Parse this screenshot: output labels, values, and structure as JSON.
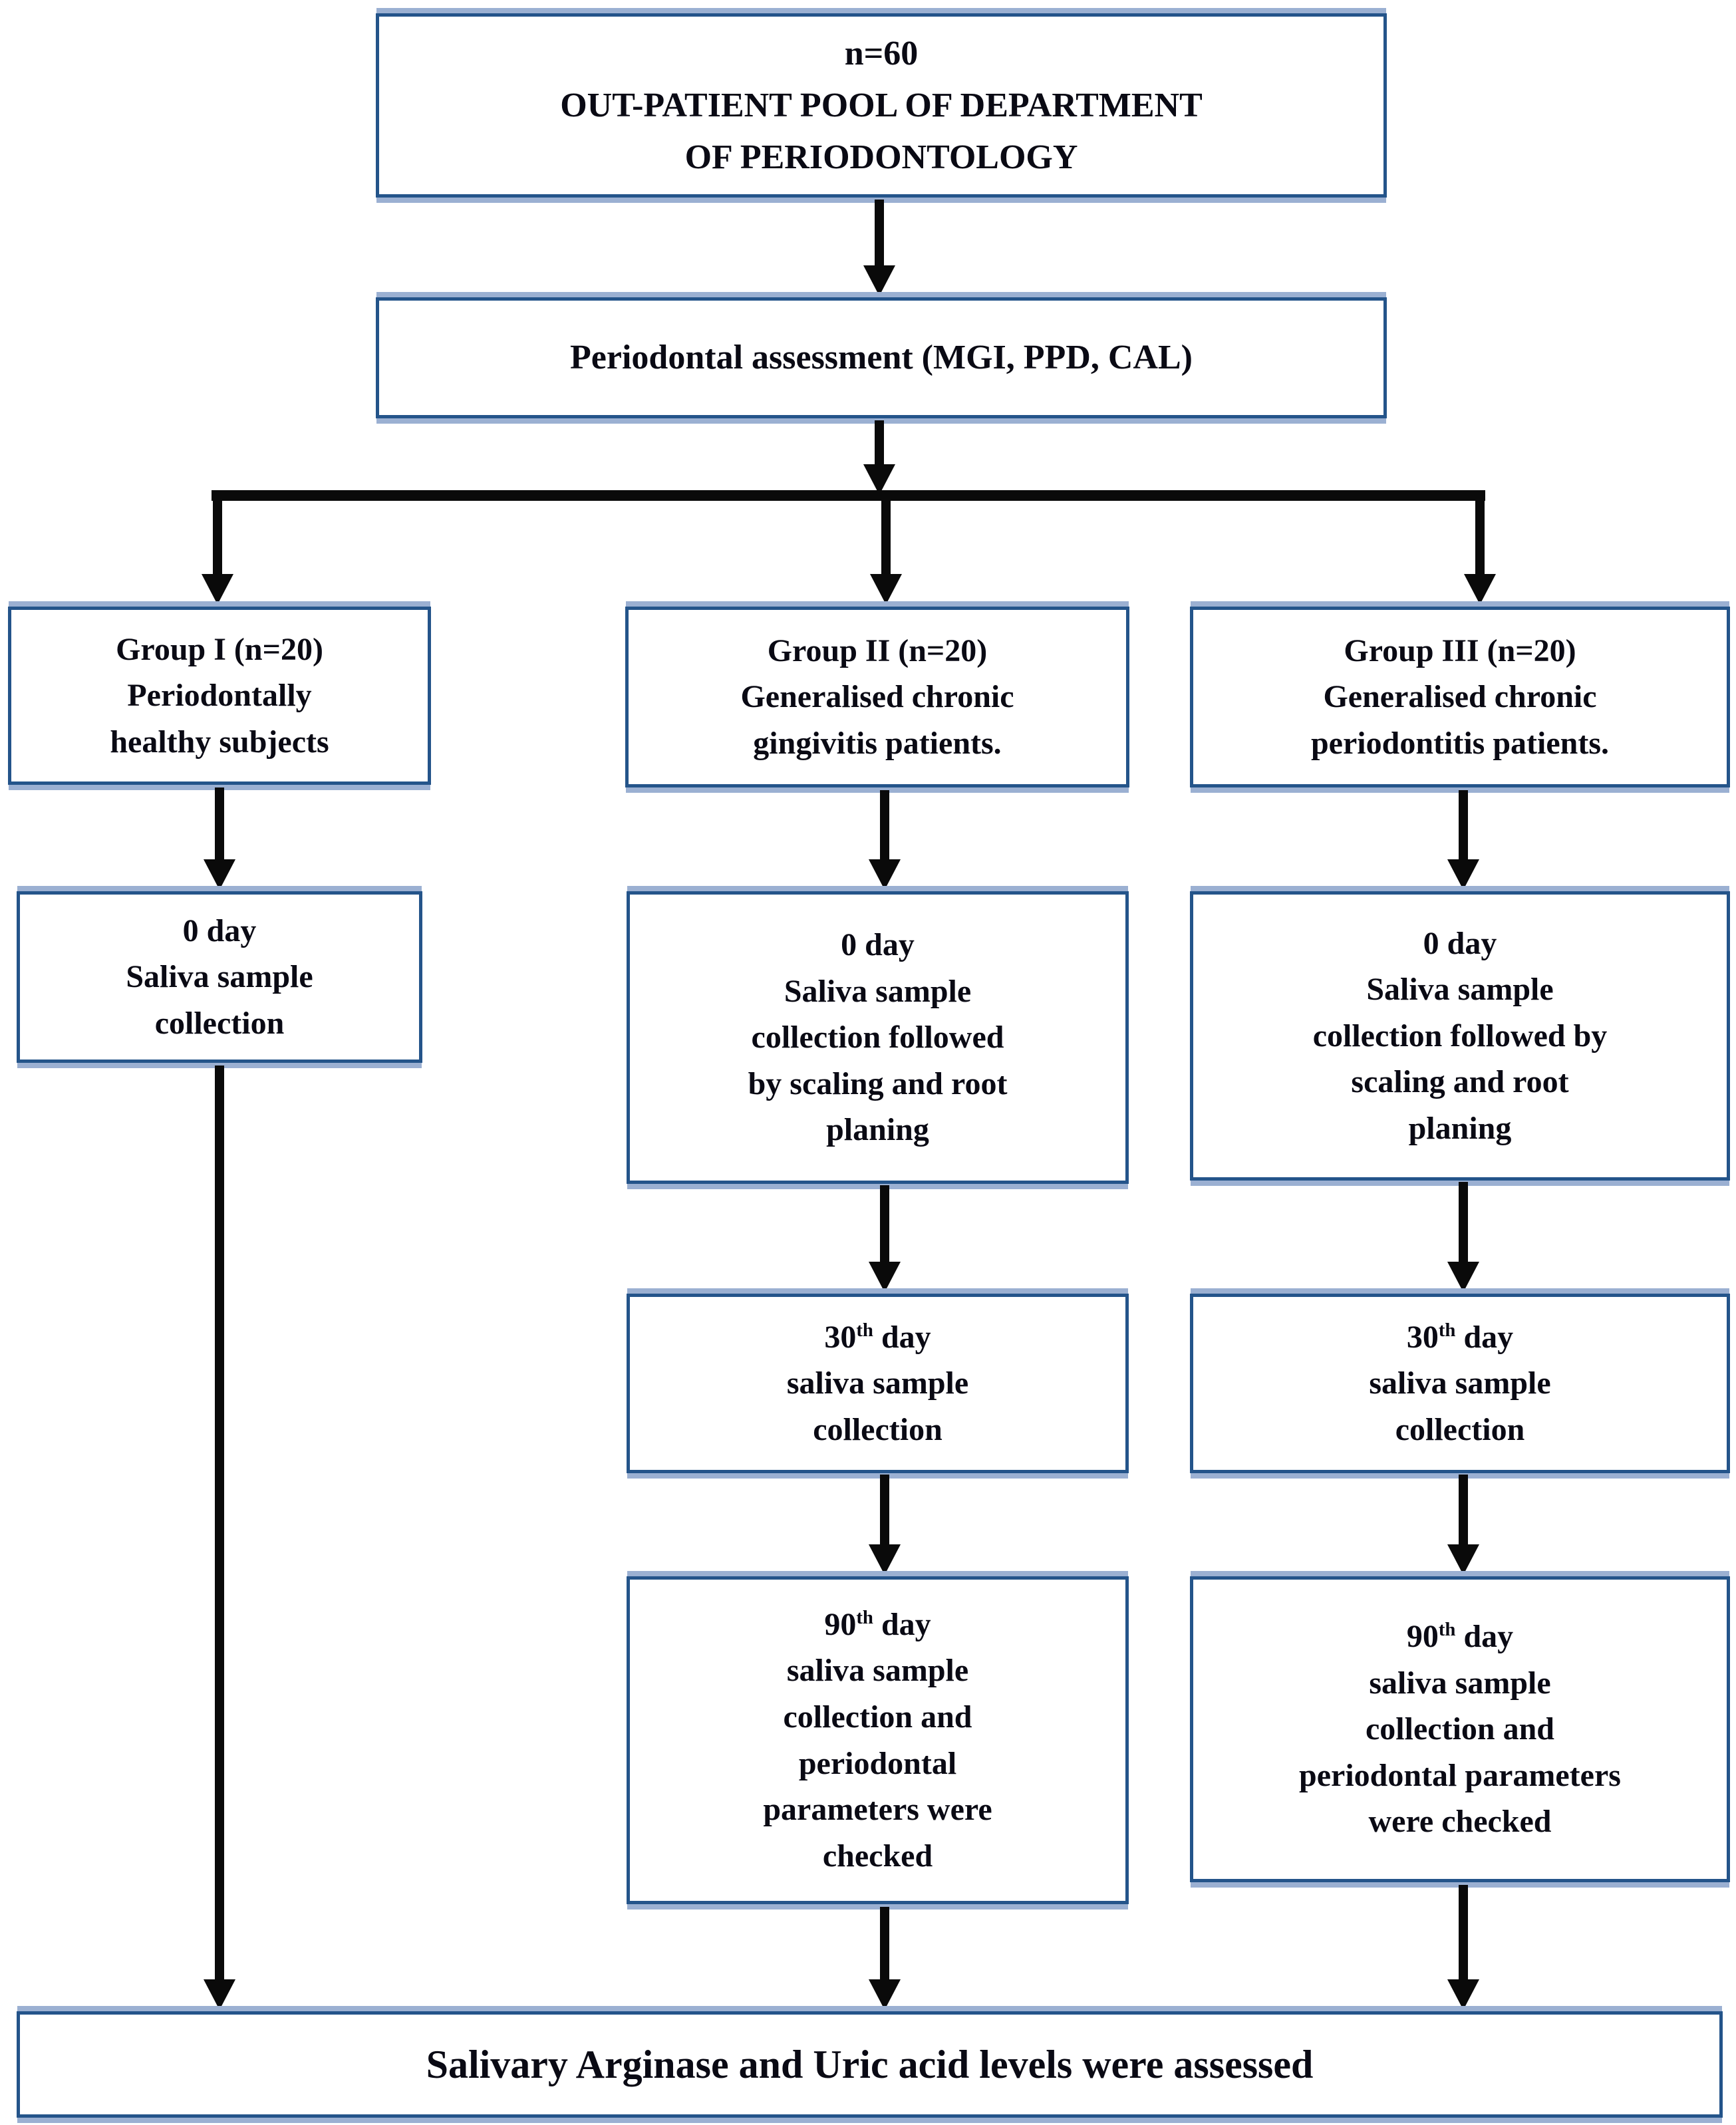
{
  "diagram": {
    "kind": "study-flowchart",
    "colors": {
      "box_border_dark": "#24548A",
      "box_border_light": "#9BB0D2",
      "arrow": "#0a0a0a",
      "text": "#0a0a14",
      "background": "#ffffff"
    },
    "boxes": {
      "pool": {
        "lines": [
          "n=60",
          "OUT-PATIENT POOL OF DEPARTMENT",
          "OF PERIODONTOLOGY"
        ]
      },
      "assessment": {
        "lines": [
          "Periodontal assessment (MGI, PPD, CAL)"
        ]
      },
      "group1": {
        "lines": [
          "Group I (n=20)",
          "Periodontally",
          "healthy subjects"
        ]
      },
      "group2": {
        "lines": [
          "Group II (n=20)",
          "Generalised chronic",
          "gingivitis patients."
        ]
      },
      "group3": {
        "lines": [
          "Group III (n=20)",
          "Generalised chronic",
          "periodontitis patients."
        ]
      },
      "day0_g1": {
        "lines": [
          "0 day",
          "Saliva sample",
          "collection"
        ]
      },
      "day0_g2": {
        "lines": [
          "0 day",
          "Saliva sample",
          "collection followed",
          "by scaling and root",
          "planing"
        ]
      },
      "day0_g3": {
        "lines": [
          "0 day",
          "Saliva sample",
          "collection followed by",
          "scaling and root",
          "planing"
        ]
      },
      "day30_g2": {
        "lines": [
          "30^th^ day",
          "saliva sample",
          "collection"
        ]
      },
      "day30_g3": {
        "lines": [
          "30^th^ day",
          "saliva sample",
          "collection"
        ]
      },
      "day90_g2": {
        "lines": [
          "90^th^ day",
          "saliva sample",
          "collection and",
          "periodontal",
          "parameters were",
          "checked"
        ]
      },
      "day90_g3": {
        "lines": [
          "90^th^ day",
          "saliva sample",
          "collection and",
          "periodontal parameters",
          "were checked"
        ]
      },
      "outcome": {
        "lines": [
          "Salivary Arginase and Uric acid levels were assessed"
        ]
      }
    }
  }
}
